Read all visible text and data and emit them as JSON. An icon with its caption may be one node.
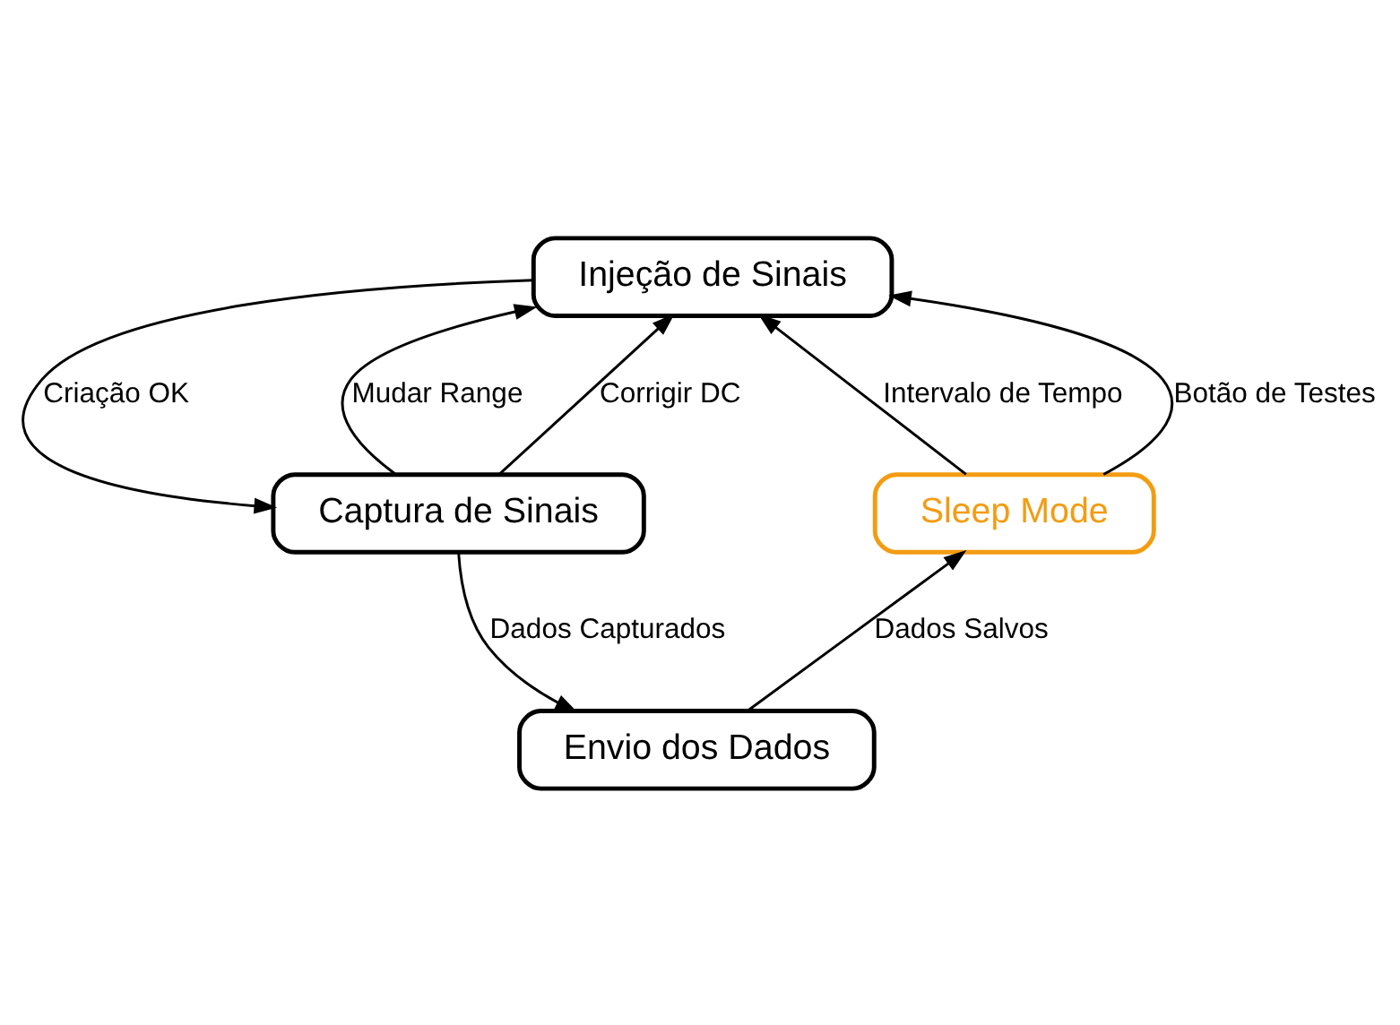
{
  "diagram": {
    "nodes": [
      {
        "text": [
          "Injeção de Sinais"
        ]
      },
      {
        "text": [
          "Captura de Sinais"
        ]
      },
      {
        "text": [
          "Envio dos Dados"
        ]
      },
      {
        "text": [
          "Sleep Mode"
        ]
      }
    ],
    "edges": [
      {
        "from": 0,
        "to": 1,
        "arrow": "to",
        "label": "Criação OK"
      },
      {
        "from": 1,
        "to": 0,
        "arrow": "to",
        "label": "Mudar Range"
      },
      {
        "from": 1,
        "to": 0,
        "arrow": "to",
        "label": "Corrigir DC"
      },
      {
        "from": 1,
        "to": 2,
        "arrow": "to",
        "label": "Dados Capturados"
      },
      {
        "from": 2,
        "to": 3,
        "arrow": "to",
        "label": "Dados Salvos"
      },
      {
        "from": 3,
        "to": 0,
        "arrow": "to",
        "label": "Intervalo de Tempo"
      },
      {
        "from": 3,
        "to": 0,
        "arrow": "to",
        "label": "Botão de Testes"
      }
    ]
  }
}
